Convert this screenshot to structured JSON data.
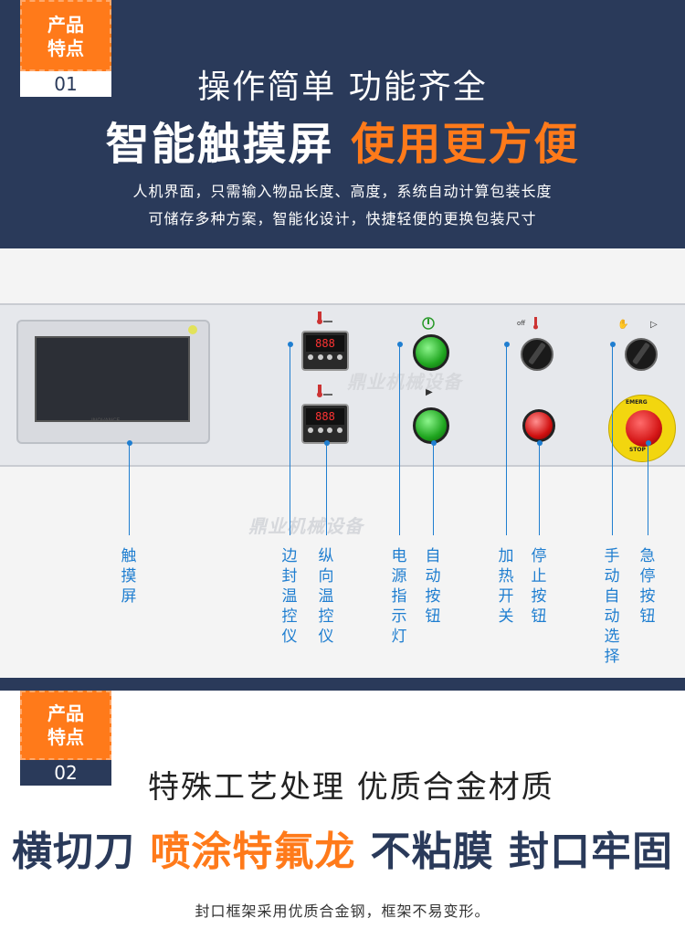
{
  "section1": {
    "badge_line1": "产品",
    "badge_line2": "特点",
    "badge_num": "01",
    "subtitle": "操作简单 功能齐全",
    "title_white": "智能触摸屏",
    "title_orange": "使用更方便",
    "desc_line1": "人机界面，只需输入物品长度、高度，系统自动计算包装长度",
    "desc_line2": "可储存多种方案，智能化设计，快捷轻便的更换包装尺寸"
  },
  "panel": {
    "screen_brand": "INOVANCE",
    "watermark": "鼎业机械设备",
    "off_label": "off",
    "estop_text_top": "EMERG",
    "estop_text_bottom": "STOP",
    "labels": [
      {
        "id": "touchscreen",
        "text": "触摸屏"
      },
      {
        "id": "edge-seal-temp",
        "text": "边封温控仪"
      },
      {
        "id": "vertical-temp",
        "text": "纵向温控仪"
      },
      {
        "id": "power-light",
        "text": "电源指示灯"
      },
      {
        "id": "auto-button",
        "text": "自动按钮"
      },
      {
        "id": "heat-switch",
        "text": "加热开关"
      },
      {
        "id": "stop-button",
        "text": "停止按钮"
      },
      {
        "id": "manual-auto",
        "text": "手动自动选择"
      },
      {
        "id": "emergency-stop",
        "text": "急停按钮"
      }
    ]
  },
  "section2": {
    "badge_line1": "产品",
    "badge_line2": "特点",
    "badge_num": "02",
    "subtitle": "特殊工艺处理 优质合金材质",
    "title_part1": "横切刀",
    "title_part2": "喷涂特氟龙",
    "title_part3": "不粘膜 封口牢固",
    "desc": "封口框架采用优质合金钢，框架不易变形。"
  },
  "colors": {
    "navy": "#2a3a5a",
    "orange": "#ff7a1a",
    "callout_blue": "#1f7ed0"
  }
}
